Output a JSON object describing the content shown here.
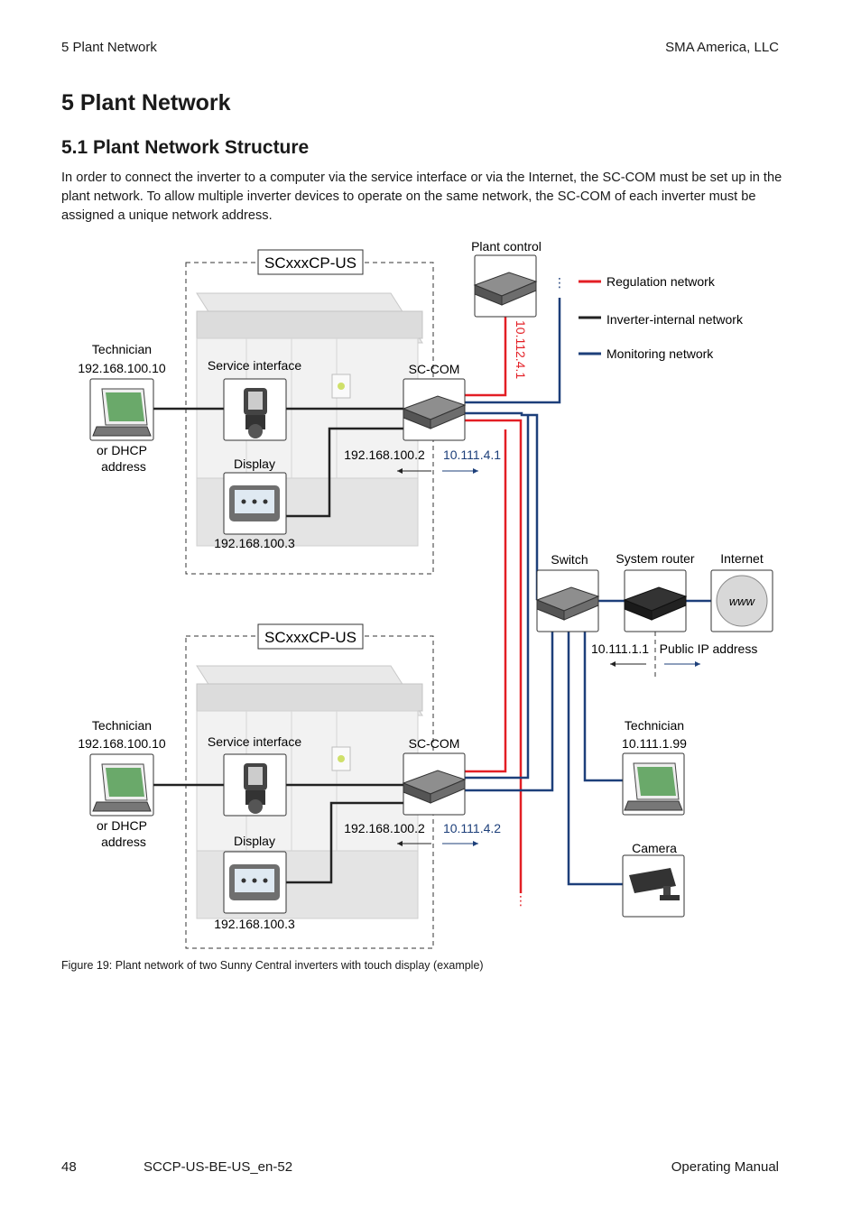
{
  "header": {
    "left": "5  Plant Network",
    "right": "SMA America, LLC"
  },
  "chapter_title": "5   Plant Network",
  "section_title": "5.1    Plant Network Structure",
  "intro": "In order to connect the inverter to a computer via the service interface or via the Internet, the SC-COM must be set up in the plant network. To allow multiple inverter devices to operate on the same network, the SC-COM of each inverter must be assigned a unique network address.",
  "diagram": {
    "inverter_label": "SCxxxCP-US",
    "technician": "Technician",
    "tech_ip": "192.168.100.10",
    "dhcp_1": "or DHCP",
    "dhcp_2": "address",
    "service_interface": "Service interface",
    "sc_com": "SC-COM",
    "display": "Display",
    "display_ip": "192.168.100.3",
    "sccom_lan_ip": "192.168.100.2",
    "sccom1_net_ip": "10.111.4.1",
    "sccom2_net_ip": "10.111.4.2",
    "plant_control": "Plant control",
    "plant_control_ip": "10.112.4.1",
    "legend": [
      {
        "label": "Regulation network",
        "color": "#e31e24"
      },
      {
        "label": "Inverter-internal network",
        "color": "#222222"
      },
      {
        "label": "Monitoring network",
        "color": "#1d3f7a"
      }
    ],
    "switch": "Switch",
    "system_router": "System router",
    "internet": "Internet",
    "router_ip": "10.111.1.1",
    "public_ip": "Public IP address",
    "remote_tech": "Technician",
    "remote_tech_ip": "10.111.1.99",
    "camera": "Camera",
    "www": "www"
  },
  "caption": "Figure 19:  Plant network of two Sunny Central inverters with touch display (example)",
  "footer": {
    "page": "48",
    "doc": "SCCP-US-BE-US_en-52",
    "right": "Operating Manual"
  }
}
